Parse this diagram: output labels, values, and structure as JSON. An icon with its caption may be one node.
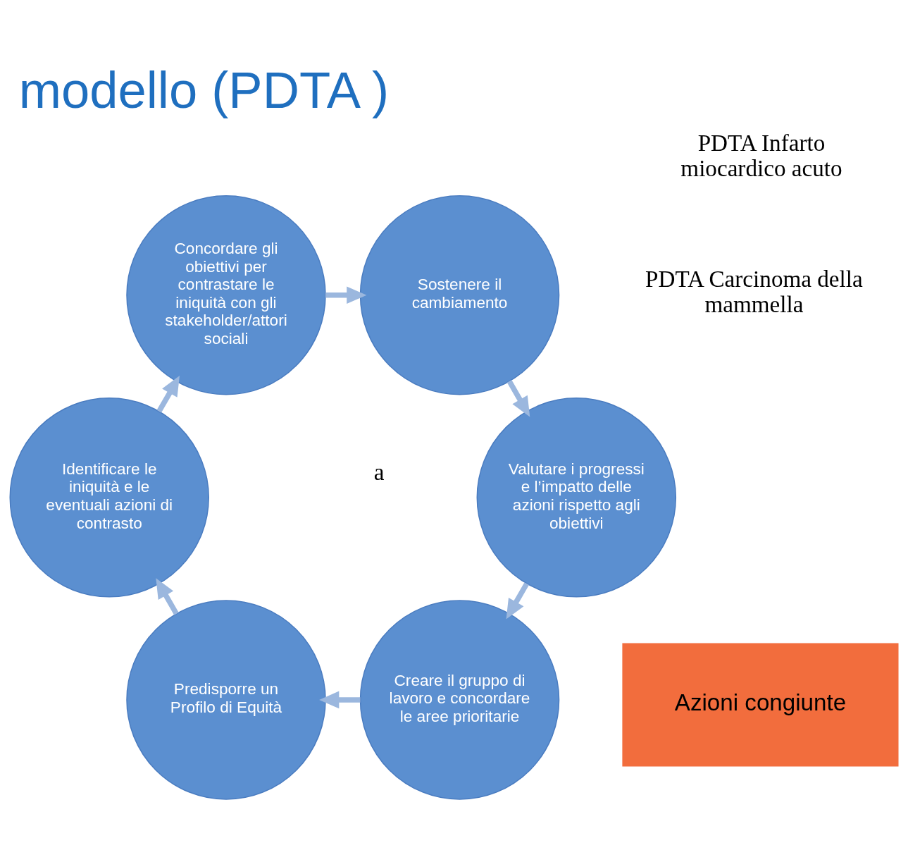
{
  "diagram": {
    "title": "modello (PDTA )",
    "nodes": [
      {
        "text": [
          "Creare il gruppo di lavoro e concordare le aree prioritarie"
        ]
      },
      {
        "text": [
          "Predisporre un Profilo di Equità"
        ]
      },
      {
        "text": [
          "Identificare le iniquità e le eventuali azioni di contrasto"
        ]
      },
      {
        "text": [
          "Concordare gli obiettivi per contrastare le iniquità con gli stakeholder/attori sociali"
        ]
      },
      {
        "text": [
          "Sostenere il cambiamento"
        ]
      },
      {
        "text": [
          "Valutare i progressi e l’impatto delle azioni rispetto agli obiettivi"
        ]
      },
      {
        "text": [
          "Azioni congiunte"
        ]
      }
    ],
    "edges": [
      {
        "from": 0,
        "to": 1,
        "arrow": "to"
      },
      {
        "from": 1,
        "to": 2,
        "arrow": "to"
      },
      {
        "from": 2,
        "to": 3,
        "arrow": "to"
      },
      {
        "from": 3,
        "to": 4,
        "arrow": "to"
      },
      {
        "from": 4,
        "to": 5,
        "arrow": "to"
      },
      {
        "from": 5,
        "to": 0,
        "arrow": "to"
      }
    ],
    "labels": [
      "PDTA Carcinoma della mammella",
      "PDTA Infarto miocardico acuto",
      "a"
    ]
  }
}
